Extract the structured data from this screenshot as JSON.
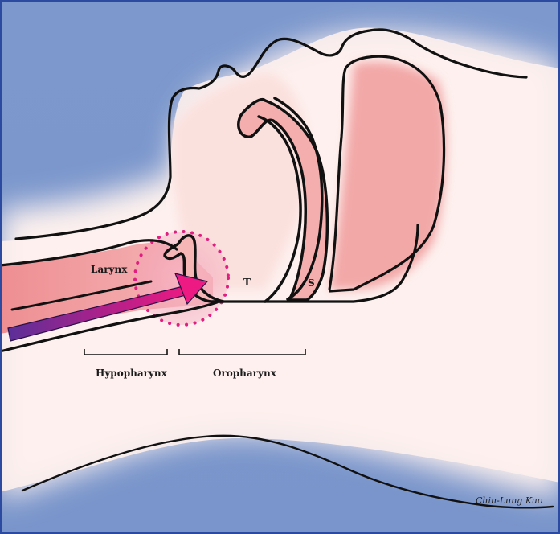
{
  "labels": {
    "larynx": "Larynx",
    "tongue": "T",
    "soft_palate": "S",
    "hypopharynx": "Hypopharynx",
    "oropharynx": "Oropharynx"
  },
  "signature": "Chin-Lung Kuo",
  "colors": {
    "background_blue": "#7f9bcf",
    "skin_light": "#fdeeea",
    "tissue_pink": "#f2a7a6",
    "tissue_deep": "#ee8f90",
    "outline": "#111111",
    "dotted_circle": "#e0207e",
    "arrow_magenta": "#e2107f",
    "arrow_purple": "#6a2f95",
    "frame_border": "#2b4aa0"
  }
}
